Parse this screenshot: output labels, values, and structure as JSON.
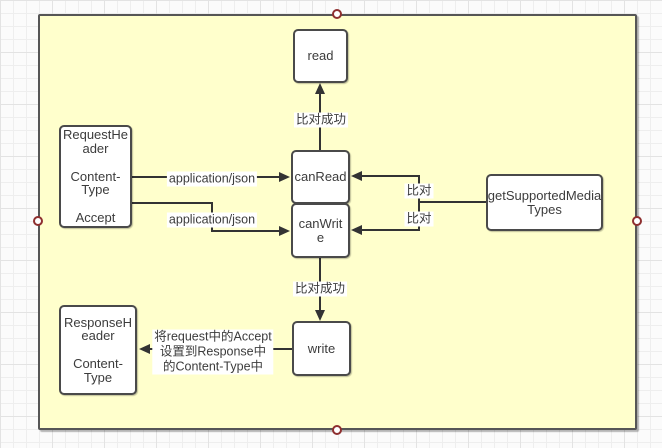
{
  "nodes": {
    "read": {
      "text": "read"
    },
    "requestHeader": {
      "text": "RequestHe\nader\n\nContent-\nType\n\nAccept"
    },
    "canRead": {
      "text": "canRead"
    },
    "canWrite": {
      "text": "canWrit\ne"
    },
    "getSupportedMediaTypes": {
      "text": "getSupportedMedia\nTypes"
    },
    "write": {
      "text": "write"
    },
    "responseHeader": {
      "text": "ResponseH\neader\n\nContent-\nType"
    }
  },
  "edges": [
    {
      "from": "canRead",
      "to": "read",
      "label": "比对成功"
    },
    {
      "from": "RequestHeader",
      "to": "canRead",
      "label": "application/json"
    },
    {
      "from": "RequestHeader",
      "to": "canWrite",
      "label": "application/json"
    },
    {
      "from": "getSupportedMediaTypes",
      "to": "canRead",
      "label": "比对"
    },
    {
      "from": "getSupportedMediaTypes",
      "to": "canWrite",
      "label": "比对"
    },
    {
      "from": "canWrite",
      "to": "write",
      "label": "比对成功"
    },
    {
      "from": "write",
      "to": "ResponseHeader",
      "label": "将request中的Accept\n设置到Response中\n的Content-Type中"
    }
  ],
  "colors": {
    "canvas_fill": "#FFFFCC",
    "canvas_border": "#565656",
    "node_fill": "#FFFFFF",
    "node_border": "#4A4A4A",
    "edge_line": "#333333",
    "handle_ring": "#8E2F2F",
    "grid_line": "#ECECEC"
  }
}
